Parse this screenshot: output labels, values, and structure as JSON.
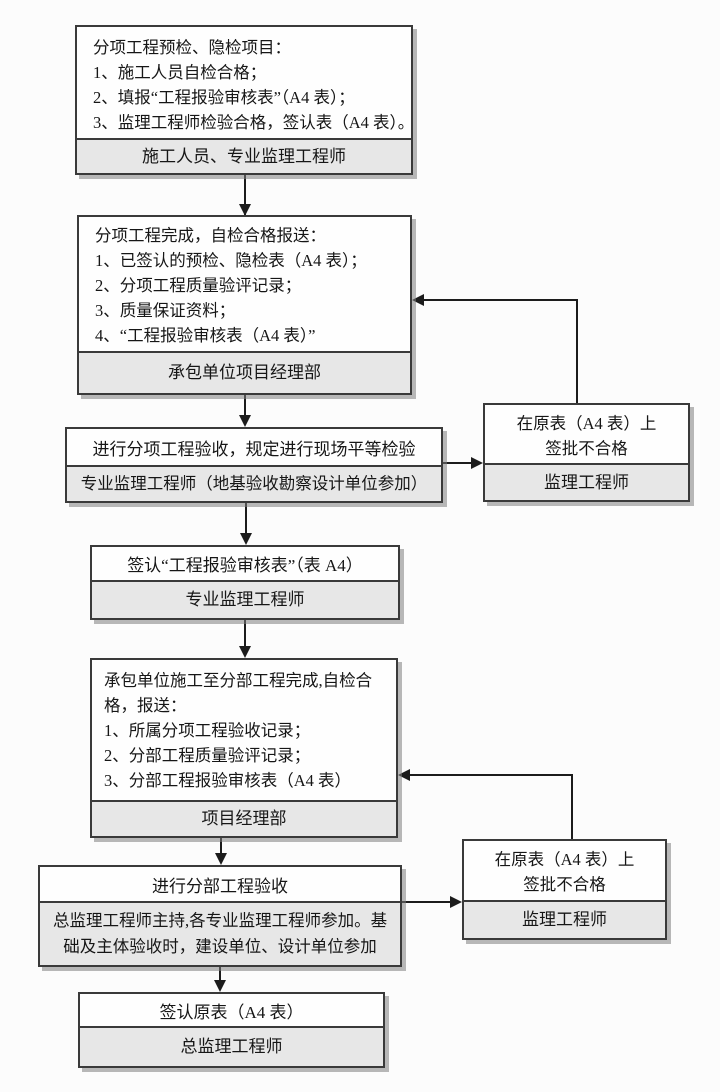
{
  "flowchart": {
    "colors": {
      "background": "#fcfcfc",
      "box_fill": "#fefefe",
      "box_border": "#3a3a3a",
      "footer_fill": "#e7e7e7",
      "connector": "#1c1c1c",
      "shadow": "#7d7d7d"
    },
    "nodes": {
      "precheck": {
        "body_lines": [
          "分项工程预检、隐检项目：",
          "1、施工人员自检合格；",
          "2、填报“工程报验审核表”（A4 表）；",
          "3、监理工程师检验合格，签认表（A4 表）。"
        ],
        "footer": "施工人员、专业监理工程师"
      },
      "subitem_complete": {
        "body_lines": [
          "分项工程完成，自检合格报送：",
          "1、已签认的预检、隐检表（A4 表）；",
          "2、分项工程质量验评记录；",
          "3、质量保证资料；",
          "4、“工程报验审核表（A4 表）”"
        ],
        "footer": "承包单位项目经理部"
      },
      "subitem_acceptance": {
        "header": "进行分项工程验收，规定进行现场平等检验",
        "footer": "专业监理工程师（地基验收勘察设计单位参加）"
      },
      "reject_subitem": {
        "body_lines": [
          "在原表（A4 表）上",
          "签批不合格"
        ],
        "footer": "监理工程师"
      },
      "sign_review_form": {
        "header": "签认“工程报验审核表”（表 A4）",
        "footer": "专业监理工程师"
      },
      "subdivision_complete": {
        "body_lines": [
          "承包单位施工至分部工程完成,自检合",
          "格，报送：",
          "1、所属分项工程验收记录；",
          "2、分部工程质量验评记录；",
          "3、分部工程报验审核表（A4 表）"
        ],
        "footer": "项目经理部"
      },
      "subdivision_acceptance": {
        "header": "进行分部工程验收",
        "footer_lines": [
          "总监理工程师主持,各专业监理工程师参加。基",
          "础及主体验收时，建设单位、设计单位参加"
        ]
      },
      "reject_subdivision": {
        "body_lines": [
          "在原表（A4 表）上",
          "签批不合格"
        ],
        "footer": "监理工程师"
      },
      "sign_original_form": {
        "header": "签认原表（A4 表）",
        "footer": "总监理工程师"
      }
    }
  }
}
